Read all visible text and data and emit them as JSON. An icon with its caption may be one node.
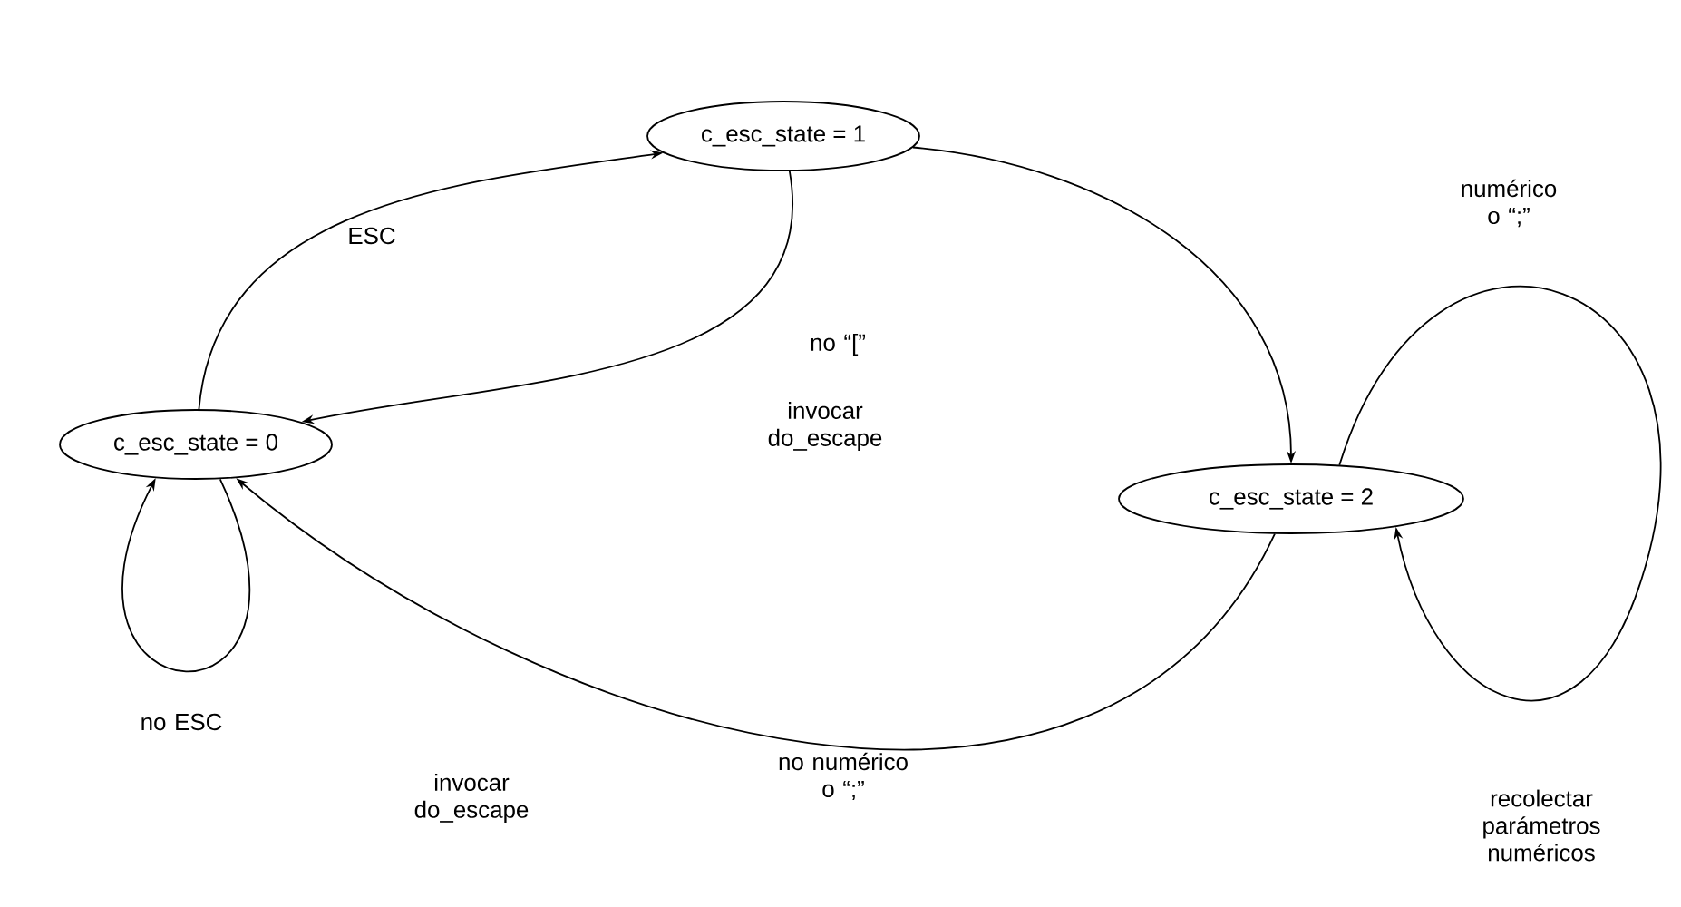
{
  "diagram": {
    "nodes": [
      {
        "text": [
          "c_esc_state = 0"
        ]
      },
      {
        "text": [
          "c_esc_state = 1"
        ]
      },
      {
        "text": [
          "c_esc_state = 2"
        ]
      }
    ],
    "edges": [
      {
        "from": 0,
        "to": 1,
        "arrow": "to",
        "label": "ESC"
      },
      {
        "from": 1,
        "to": 0,
        "arrow": "to",
        "label": "no “[”"
      },
      {
        "from": 1,
        "to": 2,
        "arrow": "to"
      },
      {
        "from": 2,
        "to": 0,
        "arrow": "to",
        "label": "no numérico o “;”"
      },
      {
        "from": 2,
        "to": 2,
        "arrow": "to",
        "label": "numérico o “;”"
      },
      {
        "from": 0,
        "to": 0,
        "arrow": "to",
        "label": "no ESC"
      }
    ],
    "labels": [
      "invocar do_escape",
      "invocar do_escape",
      "recolectar parámetros numéricos"
    ]
  }
}
